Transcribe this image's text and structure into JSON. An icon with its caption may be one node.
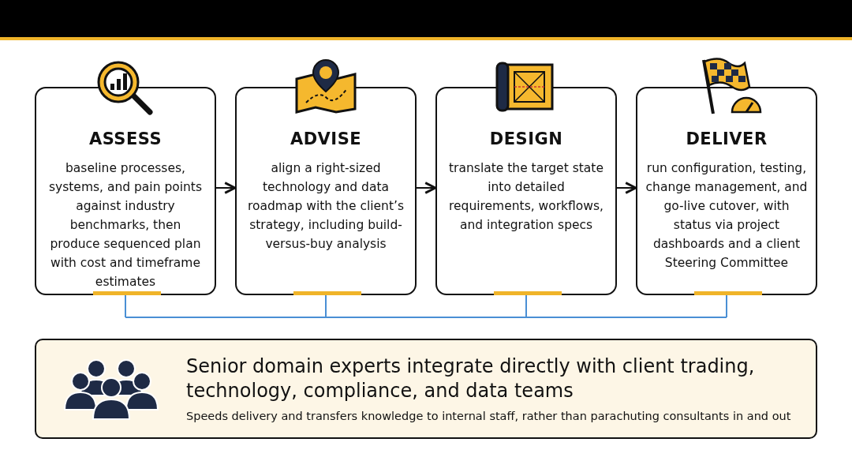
{
  "diagram": {
    "nodes": [
      {
        "text": [
          "ASSESS",
          "baseline processes, systems, and pain points against industry benchmarks, then produce sequenced plan with cost and timeframe estimates"
        ]
      },
      {
        "text": [
          "ADVISE",
          "align a right-sized technology and data roadmap with the client’s strategy, including build-versus-buy analysis"
        ]
      },
      {
        "text": [
          "DESIGN",
          "translate the target state into detailed requirements, workflows, and integration specs"
        ]
      },
      {
        "text": [
          "DELIVER",
          "run configuration, testing, change management, and go-live cutover, with status via project dashboards and a client Steering Committee"
        ]
      },
      {
        "text": [
          "Senior domain experts integrate directly with client trading, technology, compliance, and data teams",
          "Speeds delivery and transfers knowledge to internal staff, rather than parachuting consultants in and out"
        ]
      }
    ],
    "edges": [
      {
        "from": 0,
        "to": 1,
        "arrow": "to"
      },
      {
        "from": 1,
        "to": 2,
        "arrow": "to"
      },
      {
        "from": 2,
        "to": 3,
        "arrow": "to"
      },
      {
        "from": 0,
        "to": 1,
        "arrow": "none",
        "color": "#4a8fd4"
      },
      {
        "from": 1,
        "to": 2,
        "arrow": "none",
        "color": "#4a8fd4"
      },
      {
        "from": 2,
        "to": 3,
        "arrow": "none",
        "color": "#4a8fd4"
      }
    ]
  }
}
